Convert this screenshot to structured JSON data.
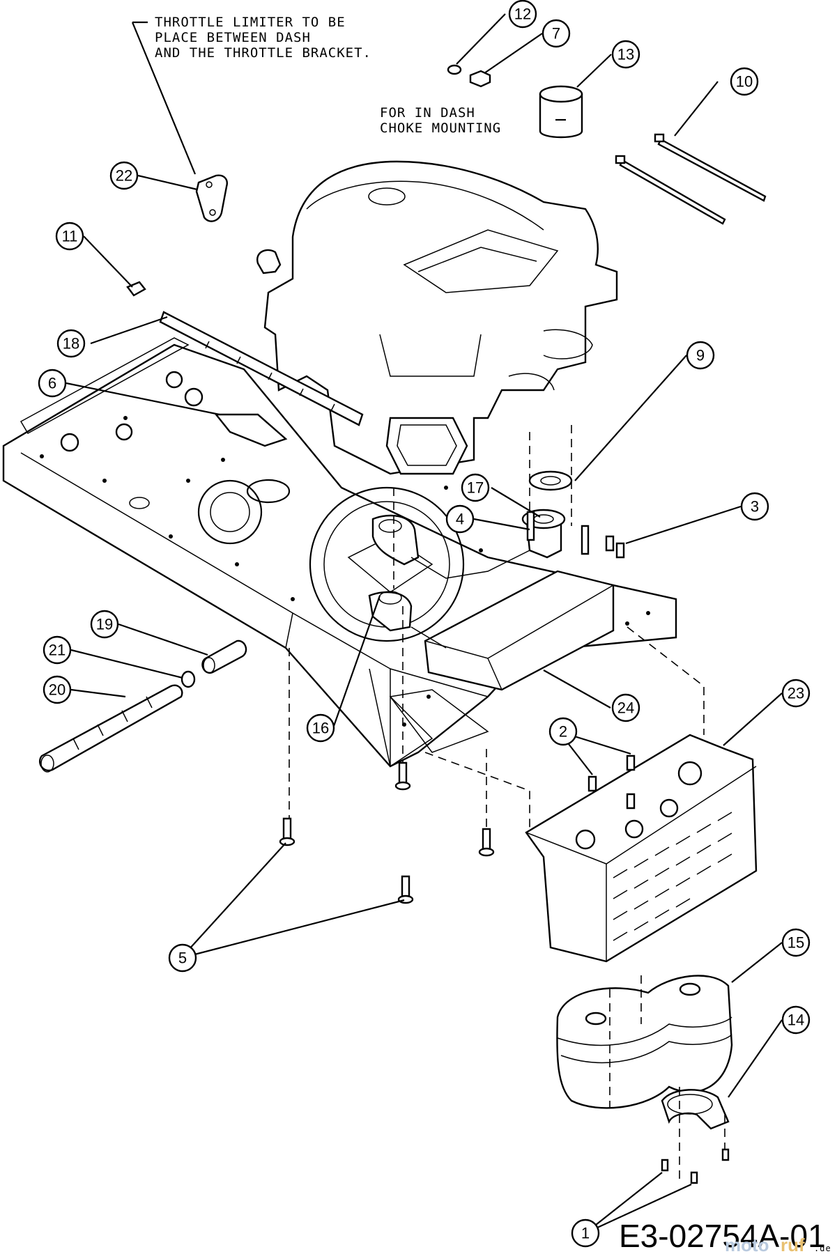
{
  "notes": {
    "throttle_limiter": [
      "THROTTLE LIMITER TO BE",
      "PLACE BETWEEN DASH",
      "AND THE THROTTLE BRACKET."
    ],
    "choke": [
      "FOR IN DASH",
      "CHOKE MOUNTING"
    ]
  },
  "callouts": [
    "12",
    "7",
    "13",
    "10",
    "22",
    "11",
    "18",
    "6",
    "9",
    "17",
    "4",
    "3",
    "19",
    "21",
    "20",
    "16",
    "24",
    "23",
    "2",
    "5",
    "15",
    "14",
    "1"
  ],
  "document_id": "E3-02754A-01",
  "watermark": {
    "part1": "moto",
    "part2": "ruf",
    "suffix": ".de"
  }
}
